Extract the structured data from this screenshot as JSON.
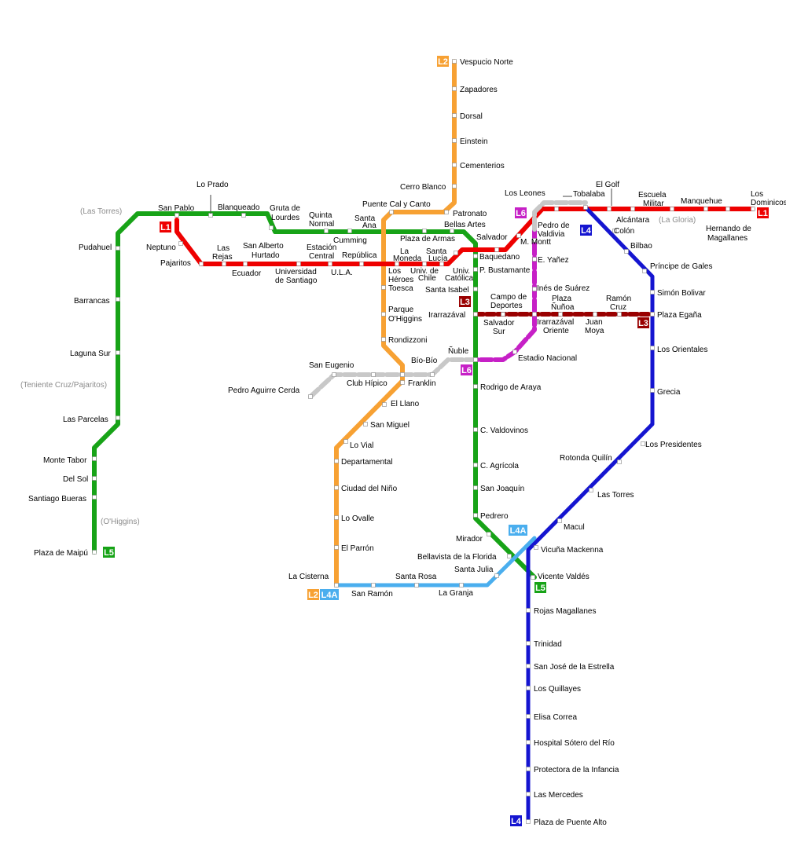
{
  "colors": {
    "L1": "#ee0000",
    "L2": "#f7a133",
    "L3": "#990000",
    "L4": "#1515d0",
    "L4A": "#4aaeee",
    "L5": "#17a317",
    "L6": "#c620c6",
    "planned": "#c8c8c8"
  },
  "badges": {
    "L1": "L1",
    "L2": "L2",
    "L3": "L3",
    "L4": "L4",
    "L4A": "L4A",
    "L5": "L5",
    "L6": "L6"
  },
  "lines": {
    "L1": [
      "San Pablo",
      "Neptuno",
      "Pajaritos",
      "Las Rejas",
      "Ecuador",
      "San Alberto Hurtado",
      "Universidad de Santiago",
      "Estación Central",
      "U.L.A.",
      "República",
      "Los Héroes",
      "La Moneda",
      "Univ. de Chile",
      "Santa Lucía",
      "Univ. Católica",
      "Baquedano",
      "Salvador",
      "M. Montt",
      "Pedro de Valdivia",
      "Los Leones",
      "Tobalaba",
      "El Golf",
      "Alcántara",
      "Escuela Militar",
      "Manquehue",
      "Hernando de Magallanes",
      "Los Dominicos"
    ],
    "L2": [
      "Vespucio Norte",
      "Zapadores",
      "Dorsal",
      "Einstein",
      "Cementerios",
      "Cerro Blanco",
      "Patronato",
      "Puente Cal y Canto",
      "Santa Ana",
      "Los Héroes",
      "Toesca",
      "Parque O'Higgins",
      "Rondizzoni",
      "Franklin",
      "El Llano",
      "San Miguel",
      "Lo Vial",
      "Departamental",
      "Ciudad del Niño",
      "Lo Ovalle",
      "El Parrón",
      "La Cisterna"
    ],
    "L4": [
      "Tobalaba",
      "Colón",
      "Bilbao",
      "Príncipe de Gales",
      "Simón Bolívar",
      "Plaza Egaña",
      "Los Orientales",
      "Grecia",
      "Los Presidentes",
      "Rotonda Quilín",
      "Las Torres",
      "Macul",
      "Vicuña Mackenna",
      "Vicente Valdés",
      "Rojas Magallanes",
      "Trinidad",
      "San José de la Estrella",
      "Los Quillayes",
      "Elisa Correa",
      "Hospital Sótero del Río",
      "Protectora de la Infancia",
      "Las Mercedes",
      "Plaza de Puente Alto"
    ],
    "L4A": [
      "Vicuña Mackenna",
      "Santa Julia",
      "La Granja",
      "Santa Rosa",
      "San Ramón",
      "La Cisterna"
    ],
    "L5": [
      "Plaza de Maipú",
      "Santiago Bueras",
      "Del Sol",
      "Monte Tabor",
      "Las Parcelas",
      "Laguna Sur",
      "Barrancas",
      "Pudahuel",
      "San Pablo",
      "Lo Prado",
      "Blanqueado",
      "Gruta de Lourdes",
      "Quinta Normal",
      "Cumming",
      "Santa Ana",
      "Plaza de Armas",
      "Bellas Artes",
      "Baquedano",
      "Parque Bustamante",
      "Santa Isabel",
      "Irarrázaval",
      "Ñuble",
      "Rodrigo de Araya",
      "Carlos Valdovinos",
      "Camino Agrícola",
      "San Joaquín",
      "Pedrero",
      "Mirador",
      "Bellavista de la Florida",
      "Vicente Valdés"
    ]
  },
  "labels": [
    {
      "t": "Vespucio Norte"
    },
    {
      "t": "Zapadores"
    },
    {
      "t": "Dorsal"
    },
    {
      "t": "Einstein"
    },
    {
      "t": "Cementerios"
    },
    {
      "t": "Cerro Blanco"
    },
    {
      "t": "Patronato"
    },
    {
      "t": "Puente Cal y Canto"
    },
    {
      "t": "Santa"
    },
    {
      "t": "Ana"
    },
    {
      "t": "Lo Prado"
    },
    {
      "t": "San Pablo"
    },
    {
      "t": "Blanqueado"
    },
    {
      "t": "Gruta de"
    },
    {
      "t": "Lourdes"
    },
    {
      "t": "Quinta"
    },
    {
      "t": "Normal"
    },
    {
      "t": "Cumming"
    },
    {
      "t": "Plaza de Armas"
    },
    {
      "t": "Bellas Artes"
    },
    {
      "t": "Salvador"
    },
    {
      "t": "Los Leones"
    },
    {
      "t": "Tobalaba"
    },
    {
      "t": "El Golf"
    },
    {
      "t": "Escuela"
    },
    {
      "t": "Militar"
    },
    {
      "t": "Manquehue"
    },
    {
      "t": "Los"
    },
    {
      "t": "Dominicos"
    },
    {
      "t": "Alcántara"
    },
    {
      "t": "(La Gloria)",
      "muted": true
    },
    {
      "t": "Hernando de"
    },
    {
      "t": "Magallanes"
    },
    {
      "t": "(Las Torres)",
      "muted": true
    },
    {
      "t": "Pudahuel"
    },
    {
      "t": "Barrancas"
    },
    {
      "t": "Laguna Sur"
    },
    {
      "t": "(Teniente Cruz/Pajaritos)",
      "muted": true
    },
    {
      "t": "Las Parcelas"
    },
    {
      "t": "Monte Tabor"
    },
    {
      "t": "Del Sol"
    },
    {
      "t": "Santiago Bueras"
    },
    {
      "t": "(O'Higgins)",
      "muted": true
    },
    {
      "t": "Plaza de Maipú"
    },
    {
      "t": "Neptuno"
    },
    {
      "t": "Pajaritos"
    },
    {
      "t": "Las"
    },
    {
      "t": "Rejas"
    },
    {
      "t": "Ecuador"
    },
    {
      "t": "San Alberto"
    },
    {
      "t": "Hurtado"
    },
    {
      "t": "Universidad"
    },
    {
      "t": "de Santiago"
    },
    {
      "t": "Estación"
    },
    {
      "t": "Central"
    },
    {
      "t": "U.L.A."
    },
    {
      "t": "República"
    },
    {
      "t": "La"
    },
    {
      "t": "Moneda"
    },
    {
      "t": "Los"
    },
    {
      "t": "Héroes"
    },
    {
      "t": "Univ. de"
    },
    {
      "t": "Chile"
    },
    {
      "t": "Santa"
    },
    {
      "t": "Lucía"
    },
    {
      "t": "Univ."
    },
    {
      "t": "Católica"
    },
    {
      "t": "Baquedano"
    },
    {
      "t": "P. Bustamante"
    },
    {
      "t": "Pedro de"
    },
    {
      "t": "Valdivia"
    },
    {
      "t": "M. Montt"
    },
    {
      "t": "E. Yañez"
    },
    {
      "t": "Colón"
    },
    {
      "t": "Bilbao"
    },
    {
      "t": "Príncipe de Gales"
    },
    {
      "t": "Simón Bolivar"
    },
    {
      "t": "Toesca"
    },
    {
      "t": "Parque"
    },
    {
      "t": "O'Higgins"
    },
    {
      "t": "Rondizzoni"
    },
    {
      "t": "Santa Isabel"
    },
    {
      "t": "Inés de Suárez"
    },
    {
      "t": "Campo de"
    },
    {
      "t": "Deportes"
    },
    {
      "t": "Plaza"
    },
    {
      "t": "Ñuñoa"
    },
    {
      "t": "Ramón"
    },
    {
      "t": "Cruz"
    },
    {
      "t": "Irarrazával"
    },
    {
      "t": "Plaza Egaña"
    },
    {
      "t": "Salvador"
    },
    {
      "t": "Sur"
    },
    {
      "t": "Irarrazával"
    },
    {
      "t": "Oriente"
    },
    {
      "t": "Juan"
    },
    {
      "t": "Moya"
    },
    {
      "t": "Los Orientales"
    },
    {
      "t": "Ñuble"
    },
    {
      "t": "Estadio Nacional"
    },
    {
      "t": "Bío-Bío"
    },
    {
      "t": "San Eugenio"
    },
    {
      "t": "Club Hípico"
    },
    {
      "t": "Franklin"
    },
    {
      "t": "Pedro Aguirre Cerda"
    },
    {
      "t": "Grecia"
    },
    {
      "t": "Rodrigo de Araya"
    },
    {
      "t": "El Llano"
    },
    {
      "t": "San Miguel"
    },
    {
      "t": "Lo Vial"
    },
    {
      "t": "C. Valdovinos"
    },
    {
      "t": "Los Presidentes"
    },
    {
      "t": "Rotonda Quilín"
    },
    {
      "t": "Departamental"
    },
    {
      "t": "C. Agrícola"
    },
    {
      "t": "Ciudad del Niño"
    },
    {
      "t": "San Joaquín"
    },
    {
      "t": "Las Torres"
    },
    {
      "t": "Lo Ovalle"
    },
    {
      "t": "Pedrero"
    },
    {
      "t": "Macul"
    },
    {
      "t": "Mirador"
    },
    {
      "t": "El Parrón"
    },
    {
      "t": "Vicuña Mackenna"
    },
    {
      "t": "Bellavista de la Florida"
    },
    {
      "t": "La Cisterna"
    },
    {
      "t": "Santa Rosa"
    },
    {
      "t": "Santa Julia"
    },
    {
      "t": "Vicente Valdés"
    },
    {
      "t": "San Ramón"
    },
    {
      "t": "La Granja"
    },
    {
      "t": "Rojas Magallanes"
    },
    {
      "t": "Trinidad"
    },
    {
      "t": "San José de la Estrella"
    },
    {
      "t": "Los Quillayes"
    },
    {
      "t": "Elisa Correa"
    },
    {
      "t": "Hospital Sótero del Río"
    },
    {
      "t": "Protectora de la Infancia"
    },
    {
      "t": "Las Mercedes"
    },
    {
      "t": "Plaza de Puente Alto"
    }
  ]
}
